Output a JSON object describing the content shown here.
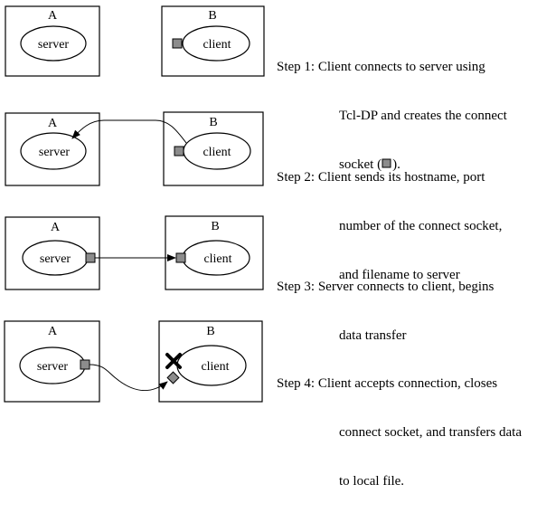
{
  "hosts": {
    "a": "A",
    "b": "B"
  },
  "nodes": {
    "server": "server",
    "client": "client"
  },
  "steps": [
    {
      "number": "Step 1:",
      "lines": [
        "Client connects to server using",
        "Tcl-DP and creates the connect",
        "socket ("
      ],
      "tail": ")."
    },
    {
      "number": "Step 2:",
      "lines": [
        "Client sends its hostname, port",
        "number of the connect socket,",
        "and filename to server"
      ]
    },
    {
      "number": "Step 3:",
      "lines": [
        "Server connects to client, begins",
        "data transfer"
      ]
    },
    {
      "number": "Step 4:",
      "lines": [
        "Client accepts connection, closes",
        "connect socket, and transfers data",
        "to local file."
      ]
    }
  ],
  "colors": {
    "socket": "#8c8c8c",
    "stroke": "#000000",
    "background": "#ffffff"
  },
  "icons": {
    "socket": "socket-square-icon",
    "closed": "x-mark-icon",
    "arrow": "arrowhead-icon"
  }
}
